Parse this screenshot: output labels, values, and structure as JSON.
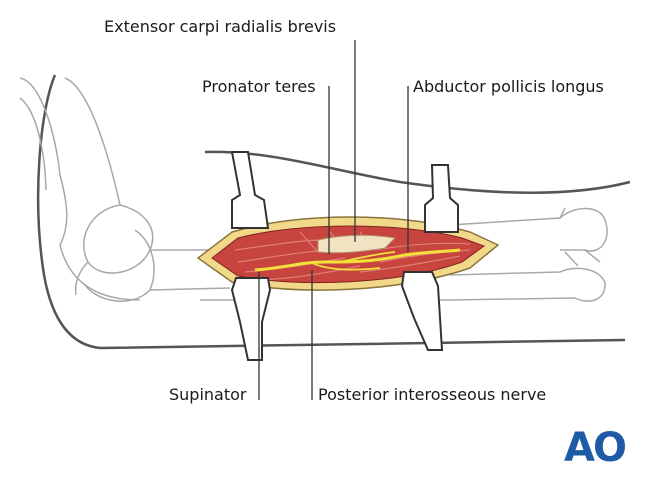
{
  "labels": {
    "extensor_carpi_radialis_brevis": "Extensor carpi radialis brevis",
    "pronator_teres": "Pronator teres",
    "abductor_pollicis_longus": "Abductor pollicis longus",
    "supinator": "Supinator",
    "posterior_interosseous_nerve": "Posterior interosseous nerve"
  },
  "logo": {
    "text": "AO",
    "color": "#1f5aa6"
  },
  "colors": {
    "muscle": "#c8453f",
    "muscle_light": "#e07f78",
    "fat": "#f2d98a",
    "nerve": "#f2e13a",
    "bone_outline": "#a8a8a8",
    "skin_outline": "#555555"
  }
}
